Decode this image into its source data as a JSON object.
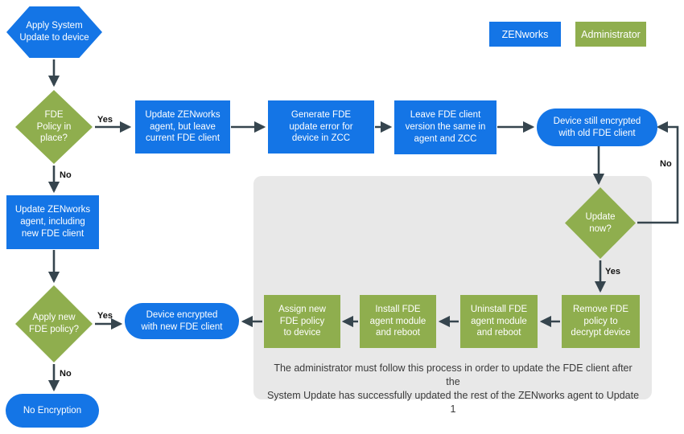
{
  "legend": {
    "zenworks": {
      "label": "ZENworks",
      "color": "#1475e6"
    },
    "administrator": {
      "label": "Administrator",
      "color": "#8fae4e"
    }
  },
  "colors": {
    "zenworks_blue": "#1475e6",
    "administrator_green": "#8fae4e",
    "arrow": "#36454e",
    "panel_gray": "#e8e8e8"
  },
  "nodes": {
    "start": {
      "label": "Apply System\nUpdate to device",
      "shape": "hexagon",
      "actor": "zenworks"
    },
    "fde_policy_in_place": {
      "label": "FDE\nPolicy in\nplace?",
      "shape": "diamond",
      "actor": "administrator"
    },
    "update_agent_leave_client": {
      "label": "Update ZENworks\nagent, but leave\ncurrent FDE client",
      "shape": "rect",
      "actor": "zenworks"
    },
    "generate_fde_error": {
      "label": "Generate FDE\nupdate error for\ndevice in ZCC",
      "shape": "rect",
      "actor": "zenworks"
    },
    "leave_fde_version": {
      "label": "Leave FDE client\nversion the same in\nagent and ZCC",
      "shape": "rect",
      "actor": "zenworks"
    },
    "device_still_encrypted": {
      "label": "Device still encrypted\nwith old FDE client",
      "shape": "stadium",
      "actor": "zenworks"
    },
    "update_now": {
      "label": "Update\nnow?",
      "shape": "diamond",
      "actor": "administrator"
    },
    "remove_fde_policy": {
      "label": "Remove FDE\npolicy to\ndecrypt device",
      "shape": "rect",
      "actor": "administrator"
    },
    "uninstall_fde_module": {
      "label": "Uninstall FDE\nagent module\nand reboot",
      "shape": "rect",
      "actor": "administrator"
    },
    "install_fde_module": {
      "label": "Install FDE\nagent module\nand reboot",
      "shape": "rect",
      "actor": "administrator"
    },
    "assign_new_policy": {
      "label": "Assign new\nFDE policy\nto device",
      "shape": "rect",
      "actor": "administrator"
    },
    "device_encrypted_new": {
      "label": "Device encrypted\nwith new FDE client",
      "shape": "stadium",
      "actor": "zenworks"
    },
    "update_agent_new_client": {
      "label": "Update ZENworks\nagent, including\nnew FDE client",
      "shape": "rect",
      "actor": "zenworks"
    },
    "apply_new_policy": {
      "label": "Apply new\nFDE policy?",
      "shape": "diamond",
      "actor": "administrator"
    },
    "no_encryption": {
      "label": "No Encryption",
      "shape": "stadium",
      "actor": "zenworks"
    }
  },
  "edge_labels": {
    "policy_yes": "Yes",
    "policy_no": "No",
    "update_now_no": "No",
    "update_now_yes": "Yes",
    "apply_yes": "Yes",
    "apply_no": "No"
  },
  "note": "The administrator must follow this process in order to update the FDE client after the\nSystem Update has successfully updated the rest of the ZENworks agent to Update 1"
}
